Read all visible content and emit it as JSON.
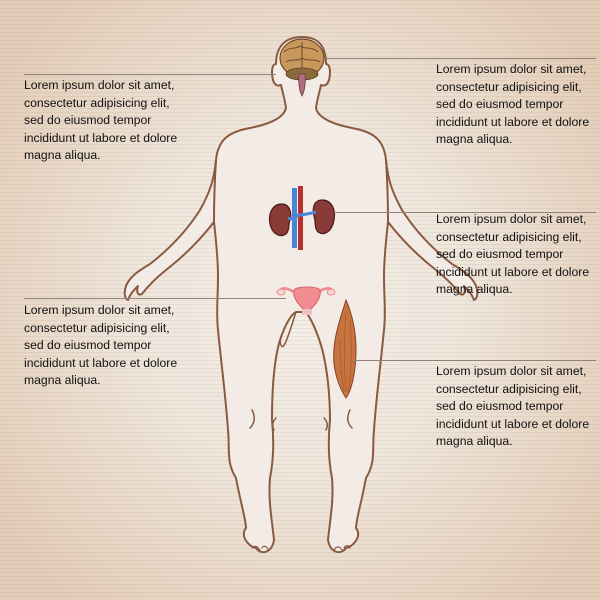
{
  "diagram": {
    "subject": "human body organ infographic",
    "colors": {
      "background_center": "#f4efe9",
      "background_edge": "#e3cdb8",
      "outline": "#8a5a40",
      "leader_line": "#8f8378",
      "text": "#111111",
      "kidney": "#8a3a36",
      "vein": "#4a86d8",
      "artery": "#b8302c",
      "uterus": "#ee8a8c",
      "muscle": "#c8743e",
      "brain": "#c9985c"
    },
    "organs": [
      {
        "id": "brain",
        "label": "brain-illustration"
      },
      {
        "id": "kidneys",
        "label": "kidneys-illustration"
      },
      {
        "id": "uterus",
        "label": "uterus-illustration"
      },
      {
        "id": "muscle",
        "label": "thigh-muscle-illustration"
      }
    ]
  },
  "callouts": [
    {
      "id": "top-left",
      "target": "brain",
      "lines": [
        "Lorem ipsum dolor sit amet,",
        "consectetur adipisicing elit,",
        "sed do eiusmod tempor",
        "incididunt ut labore et dolore",
        "magna aliqua."
      ]
    },
    {
      "id": "top-right",
      "target": "brain",
      "lines": [
        "Lorem ipsum dolor sit amet,",
        "consectetur adipisicing elit,",
        "sed do eiusmod tempor",
        "incididunt ut labore et dolore",
        "magna aliqua."
      ]
    },
    {
      "id": "middle-right",
      "target": "kidneys",
      "lines": [
        "Lorem ipsum dolor sit amet,",
        "consectetur adipisicing elit,",
        "sed do eiusmod tempor",
        "incididunt ut labore et dolore",
        "magna aliqua."
      ]
    },
    {
      "id": "bottom-left",
      "target": "uterus",
      "lines": [
        "Lorem ipsum dolor sit amet,",
        "consectetur adipisicing elit,",
        "sed do eiusmod tempor",
        "incididunt ut labore et dolore",
        "magna aliqua."
      ]
    },
    {
      "id": "bottom-right",
      "target": "muscle",
      "lines": [
        "Lorem ipsum dolor sit amet,",
        "consectetur adipisicing elit,",
        "sed do eiusmod tempor",
        "incididunt ut labore et dolore",
        "magna aliqua."
      ]
    }
  ]
}
